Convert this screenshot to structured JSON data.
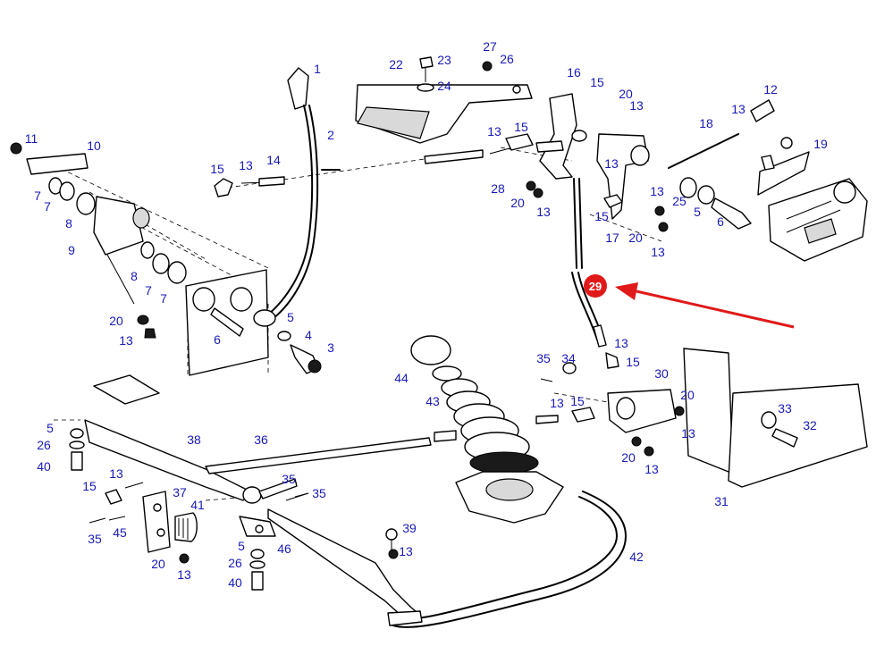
{
  "diagram": {
    "highlight_color": "#e01a1a",
    "label_color": "#1a1ab8",
    "highlighted_part": "29",
    "callouts": [
      "1",
      "2",
      "3",
      "4",
      "5",
      "6",
      "7",
      "8",
      "9",
      "10",
      "11",
      "12",
      "13",
      "14",
      "15",
      "16",
      "17",
      "18",
      "19",
      "20",
      "22",
      "23",
      "24",
      "25",
      "26",
      "27",
      "28",
      "30",
      "31",
      "32",
      "33",
      "34",
      "35",
      "36",
      "37",
      "38",
      "39",
      "40",
      "41",
      "42",
      "43",
      "44",
      "45",
      "46"
    ]
  }
}
